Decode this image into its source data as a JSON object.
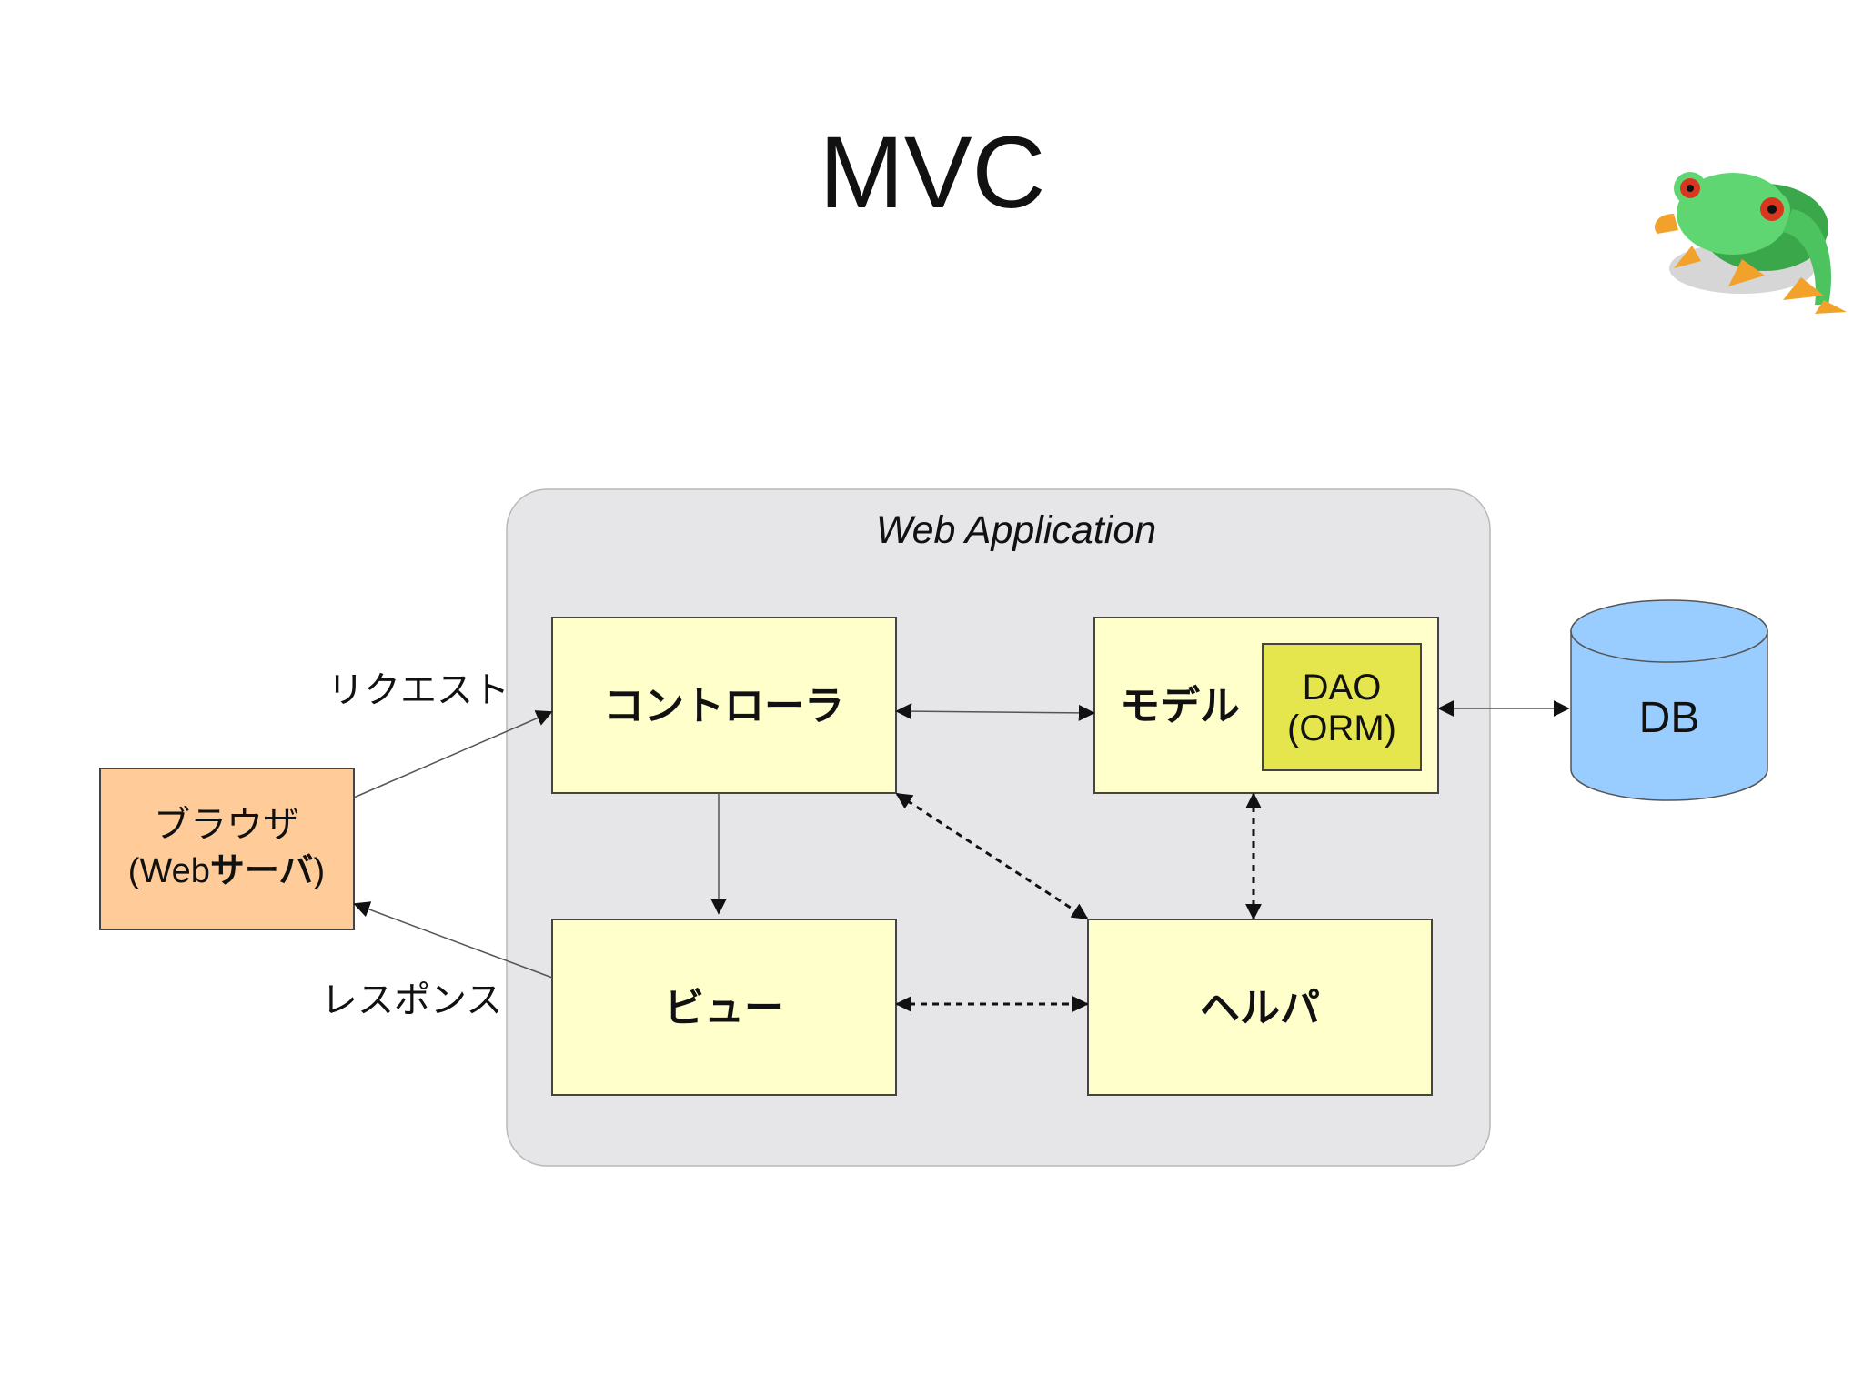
{
  "title": "MVC",
  "container_label": "Web Application",
  "nodes": {
    "controller": "コントローラ",
    "model": "モデル",
    "dao_line1": "DAO",
    "dao_line2": "(ORM)",
    "view": "ビュー",
    "helper": "ヘルパ",
    "db": "DB",
    "browser_line1": "ブラウザ",
    "browser_line2_a": "(Web",
    "browser_line2_b": "サーバ",
    "browser_line2_c": ")"
  },
  "edges": {
    "request": "リクエスト",
    "response": "レスポンス"
  },
  "colors": {
    "container_fill": "#e6e6e8",
    "component_fill": "#ffffcc",
    "dao_fill": "#e5e54d",
    "browser_fill": "#ffcc99",
    "db_fill": "#99ccff",
    "frog_green": "#55d16a"
  },
  "icons": {
    "mascot": "tree-frog-icon"
  }
}
